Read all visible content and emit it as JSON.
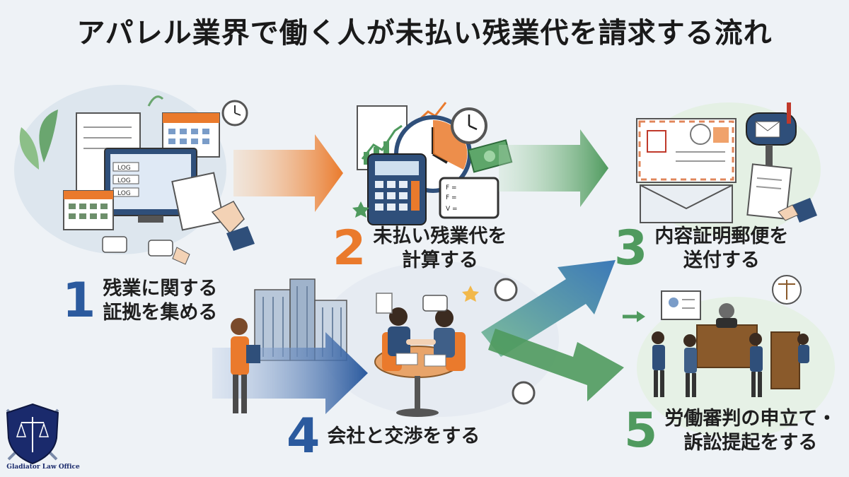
{
  "title": "アパレル業界で働く人が未払い残業代を請求する流れ",
  "colors": {
    "blue": "#2b5a9e",
    "orange": "#ea7a2c",
    "green": "#4f9a5e",
    "navy": "#1a2a6c"
  },
  "steps": [
    {
      "num": "1",
      "line1": "残業に関する",
      "line2": "証拠を集める",
      "color": "#2b5a9e"
    },
    {
      "num": "2",
      "line1": "未払い残業代を",
      "line2": "計算する",
      "color": "#ea7a2c"
    },
    {
      "num": "3",
      "line1": "内容証明郵便を",
      "line2": "送付する",
      "color": "#4f9a5e"
    },
    {
      "num": "4",
      "line1": "会社と交渉をする",
      "line2": "",
      "color": "#2b5a9e"
    },
    {
      "num": "5",
      "line1": "労働審判の申立て・",
      "line2": "訴訟提起をする",
      "color": "#4f9a5e"
    }
  ],
  "illustration": {
    "log_label": "LOG",
    "formula_lines": [
      "F = ",
      "F = ",
      "V = "
    ]
  },
  "logo": {
    "name": "Gladiator Law Office",
    "icon": "shield-scales-icon"
  }
}
